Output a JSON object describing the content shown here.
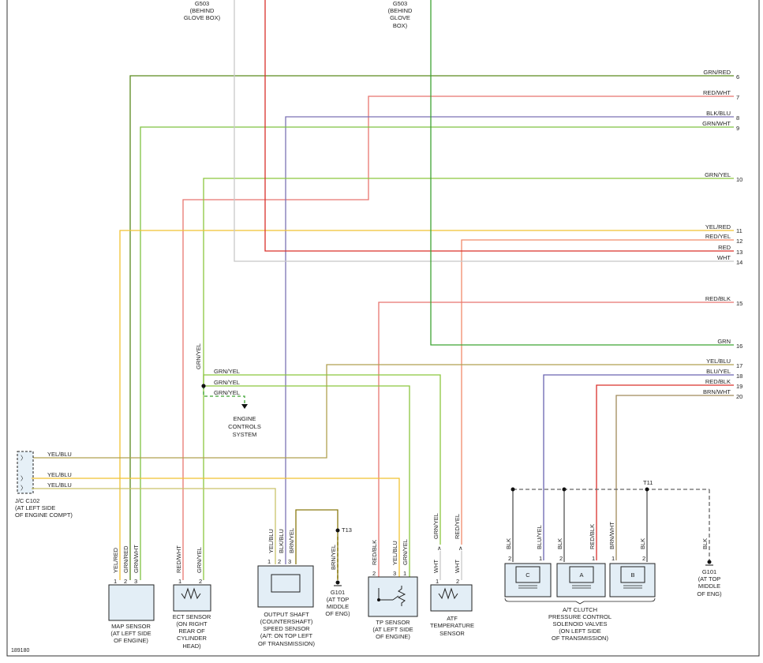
{
  "figure_id": "189180",
  "top_labels": {
    "g503_left": [
      "G503",
      "(BEHIND",
      "GLOVE BOX)"
    ],
    "g503_right": [
      "G503",
      "(BEHIND",
      "GLOVE",
      "BOX)"
    ]
  },
  "bus_wires": [
    {
      "num": "6",
      "color": "GRN/RED"
    },
    {
      "num": "7",
      "color": "RED/WHT"
    },
    {
      "num": "8",
      "color": "BLK/BLU"
    },
    {
      "num": "9",
      "color": "GRN/WHT"
    },
    {
      "num": "10",
      "color": "GRN/YEL"
    },
    {
      "num": "11",
      "color": "YEL/RED"
    },
    {
      "num": "12",
      "color": "RED/YEL"
    },
    {
      "num": "13",
      "color": "RED"
    },
    {
      "num": "14",
      "color": "WHT"
    },
    {
      "num": "15",
      "color": "RED/BLK"
    },
    {
      "num": "16",
      "color": "GRN"
    },
    {
      "num": "17",
      "color": "YEL/BLU"
    },
    {
      "num": "18",
      "color": "BLU/YEL"
    },
    {
      "num": "19",
      "color": "RED/BLK"
    },
    {
      "num": "20",
      "color": "BRN/WHT"
    }
  ],
  "splice": {
    "vertical_label": "GRN/YEL",
    "branches": [
      "GRN/YEL",
      "GRN/YEL",
      "GRN/YEL"
    ],
    "target": [
      "ENGINE",
      "CONTROLS",
      "SYSTEM"
    ]
  },
  "jc": {
    "wires": [
      "YEL/BLU",
      "YEL/BLU",
      "YEL/BLU"
    ],
    "label": [
      "J/C C102",
      "(AT LEFT SIDE",
      "OF ENGINE COMPT)"
    ]
  },
  "map_sensor": {
    "pins": [
      {
        "n": "1",
        "w": "YEL/RED"
      },
      {
        "n": "2",
        "w": "GRN/RED"
      },
      {
        "n": "3",
        "w": "GRN/WHT"
      }
    ],
    "label": [
      "MAP SENSOR",
      "(AT LEFT SIDE",
      "OF ENGINE)"
    ]
  },
  "ect_sensor": {
    "pins": [
      {
        "n": "1",
        "w": "RED/WHT"
      },
      {
        "n": "2",
        "w": "GRN/YEL"
      }
    ],
    "label": [
      "ECT SENSOR",
      "(ON RIGHT",
      "REAR OF",
      "CYLINDER",
      "HEAD)"
    ]
  },
  "output_shaft": {
    "pins": [
      {
        "n": "1",
        "w": "YEL/BLU"
      },
      {
        "n": "2",
        "w": "BLK/BLU"
      },
      {
        "n": "3",
        "w": "BRN/YEL"
      }
    ],
    "label": [
      "OUTPUT SHAFT",
      "(COUNTERSHAFT)",
      "SPEED SENSOR",
      "(A/T: ON TOP LEFT",
      "OF TRANSMISSION)"
    ]
  },
  "ground_t13": {
    "tag": "T13",
    "wire": "BRN/YEL",
    "label": [
      "G101",
      "(AT TOP",
      "MIDDLE",
      "OF ENG)"
    ]
  },
  "tp_sensor": {
    "pins": [
      {
        "n": "2",
        "w": "RED/BLK"
      },
      {
        "n": "3",
        "w": "YEL/BLU"
      },
      {
        "n": "1",
        "w": "GRN/YEL"
      }
    ],
    "label": [
      "TP SENSOR",
      "(AT LEFT SIDE",
      "OF ENGINE)"
    ]
  },
  "atf_sensor": {
    "top_wires": [
      "GRN/YEL",
      "RED/YEL"
    ],
    "pins": [
      {
        "n": "1",
        "w": "WHT"
      },
      {
        "n": "2",
        "w": "WHT"
      }
    ],
    "label": [
      "ATF",
      "TEMPERATURE",
      "SENSOR"
    ]
  },
  "solenoids": {
    "tag": "T11",
    "wires": [
      "BLK",
      "BLU/YEL",
      "BLK",
      "RED/BLK",
      "BRN/WHT",
      "BLK"
    ],
    "pins": [
      "2",
      "1",
      "2",
      "1",
      "1",
      "2"
    ],
    "coils": [
      "C",
      "A",
      "B"
    ],
    "label": [
      "A/T CLUTCH",
      "PRESSURE CONTROL",
      "SOLENOID VALVES",
      "(ON LEFT SIDE",
      "OF TRANSMISSION)"
    ]
  },
  "ground_t11": {
    "wire": "BLK",
    "label": [
      "G101",
      "(AT TOP",
      "MIDDLE",
      "OF ENG)"
    ]
  }
}
